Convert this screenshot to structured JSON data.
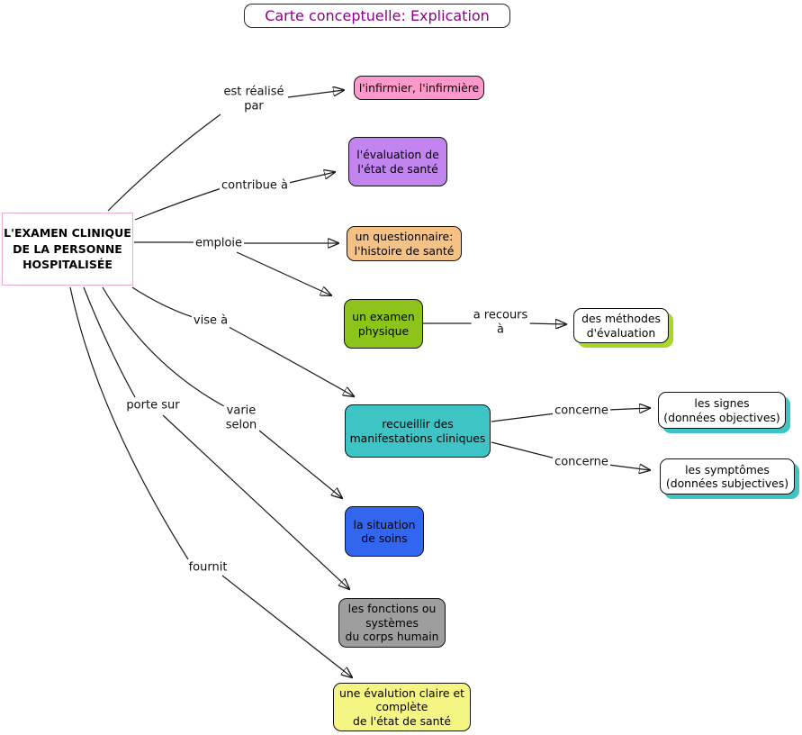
{
  "title": {
    "text": "Carte conceptuelle: Explication"
  },
  "main_node": {
    "line1": "L'EXAMEN CLINIQUE",
    "line2": "DE LA PERSONNE",
    "line3": "HOSPITALISÉE"
  },
  "nodes": {
    "infirmier": {
      "line1": "l'infirmier, l'infirmière"
    },
    "evaluation": {
      "line1": "l'évaluation de",
      "line2": "l'état de santé"
    },
    "questionnaire": {
      "line1": "un questionnaire:",
      "line2": "l'histoire de santé"
    },
    "examen": {
      "line1": "un examen",
      "line2": "physique"
    },
    "methodes": {
      "line1": "des méthodes",
      "line2": "d'évaluation"
    },
    "recueillir": {
      "line1": "recueillir des",
      "line2": "manifestations cliniques"
    },
    "signes": {
      "line1": "les signes",
      "line2": "(données objectives)"
    },
    "symptomes": {
      "line1": "les symptômes",
      "line2": "(données subjectives)"
    },
    "situation": {
      "line1": "la situation",
      "line2": "de soins"
    },
    "fonctions": {
      "line1": "les fonctions ou",
      "line2": "systèmes",
      "line3": "du corps humain"
    },
    "evalution": {
      "line1": "une évalution claire et",
      "line2": "complète",
      "line3": "de l'état de santé"
    }
  },
  "edge_labels": {
    "est_realise": {
      "line1": "est réalisé",
      "line2": "par"
    },
    "contribue": {
      "line1": "contribue à"
    },
    "emploie": {
      "line1": "emploie"
    },
    "vise": {
      "line1": "vise à"
    },
    "varie": {
      "line1": "varie",
      "line2": "selon"
    },
    "porte": {
      "line1": "porte sur"
    },
    "fournit": {
      "line1": "fournit"
    },
    "recours": {
      "line1": "a recours",
      "line2": "à"
    },
    "concerne1": {
      "line1": "concerne"
    },
    "concerne2": {
      "line1": "concerne"
    }
  },
  "edges": [
    {
      "from": "L'EXAMEN CLINIQUE DE LA PERSONNE HOSPITALISÉE",
      "label": "est réalisé par",
      "to": "l'infirmier, l'infirmière"
    },
    {
      "from": "L'EXAMEN CLINIQUE DE LA PERSONNE HOSPITALISÉE",
      "label": "contribue à",
      "to": "l'évaluation de l'état de santé"
    },
    {
      "from": "L'EXAMEN CLINIQUE DE LA PERSONNE HOSPITALISÉE",
      "label": "emploie",
      "to": "un questionnaire: l'histoire de santé"
    },
    {
      "from": "L'EXAMEN CLINIQUE DE LA PERSONNE HOSPITALISÉE",
      "label": "emploie",
      "to": "un examen physique"
    },
    {
      "from": "L'EXAMEN CLINIQUE DE LA PERSONNE HOSPITALISÉE",
      "label": "vise à",
      "to": "recueillir des manifestations cliniques"
    },
    {
      "from": "L'EXAMEN CLINIQUE DE LA PERSONNE HOSPITALISÉE",
      "label": "varie selon",
      "to": "la situation de soins"
    },
    {
      "from": "L'EXAMEN CLINIQUE DE LA PERSONNE HOSPITALISÉE",
      "label": "porte sur",
      "to": "les fonctions ou systèmes du corps humain"
    },
    {
      "from": "L'EXAMEN CLINIQUE DE LA PERSONNE HOSPITALISÉE",
      "label": "fournit",
      "to": "une évalution claire et complète de l'état de santé"
    },
    {
      "from": "un examen physique",
      "label": "a recours à",
      "to": "des méthodes d'évaluation"
    },
    {
      "from": "recueillir des manifestations cliniques",
      "label": "concerne",
      "to": "les signes (données objectives)"
    },
    {
      "from": "recueillir des manifestations cliniques",
      "label": "concerne",
      "to": "les symptômes (données subjectives)"
    }
  ],
  "colors": {
    "title_text": "#8B008B",
    "main_border": "#EFACCF",
    "infirmier_bg": "#FF99CC",
    "evaluation_bg": "#C285F0",
    "questionnaire_bg": "#F5C285",
    "examen_bg": "#8CC41C",
    "methodes_shadow": "#A8D629",
    "recueillir_bg": "#3EC4C4",
    "signes_shadow": "#3EC4C4",
    "symptomes_shadow": "#3EC4C4",
    "situation_bg": "#3366EE",
    "fonctions_bg": "#9E9E9E",
    "evalution_bg": "#F5F584",
    "line_color": "#1A1A1A",
    "background": "#FFFFFF"
  }
}
